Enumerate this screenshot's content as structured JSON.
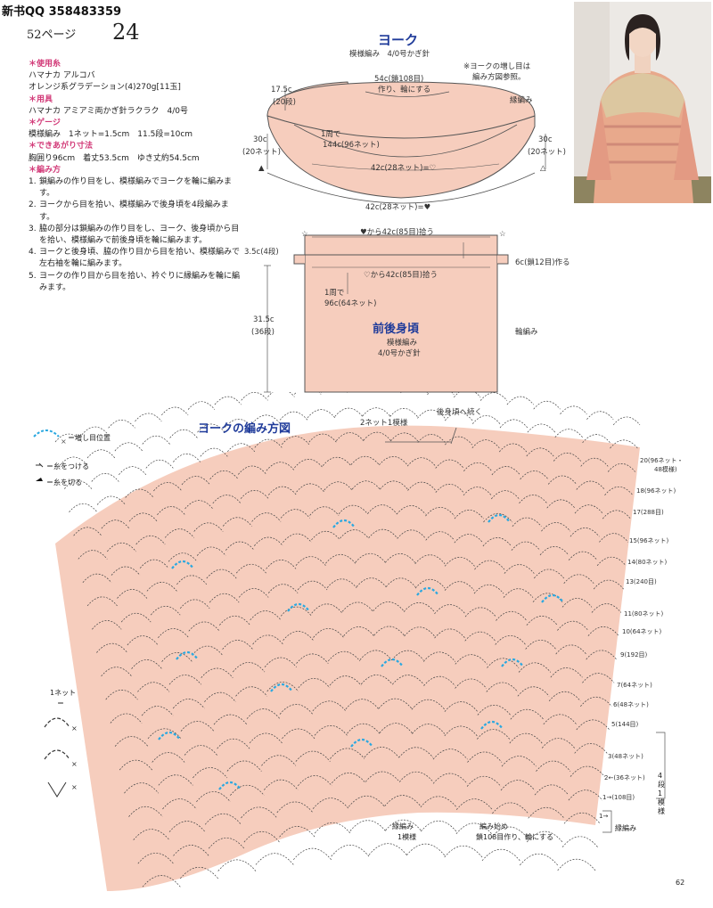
{
  "header": {
    "title": "新书QQ 358483359"
  },
  "page": {
    "label": "52ページ",
    "number": "24",
    "footer_number": "62"
  },
  "materials": {
    "yarn_heading": "＊使用糸",
    "yarn_name": "ハマナカ アルコバ",
    "yarn_detail": "オレンジ系グラデーション(4)270g[11玉]",
    "tools_heading": "＊用具",
    "tools": "ハマナカ アミアミ両かぎ針ラクラク　4/0号",
    "gauge_heading": "＊ゲージ",
    "gauge": "模様編み　1ネット=1.5cm　11.5段=10cm",
    "size_heading": "＊できあがり寸法",
    "size": "胸囲り96cm　着丈53.5cm　ゆき丈約54.5cm",
    "method_heading": "＊編み方",
    "steps": [
      {
        "n": "1.",
        "text": "鎖編みの作り目をし、模様編みでヨークを輪に編みます。"
      },
      {
        "n": "2.",
        "text": "ヨークから目を拾い、模様編みで後身頃を4段編みます。"
      },
      {
        "n": "3.",
        "text": "脇の部分は鎖編みの作り目をし、ヨーク、後身頃から目を拾い、模様編みで前後身頃を輪に編みます。"
      },
      {
        "n": "4.",
        "text": "ヨークと後身頃、脇の作り目から目を拾い、模様編みで左右袖を輪に編みます。"
      },
      {
        "n": "5.",
        "text": "ヨークの作り目から目を拾い、衿ぐりに縁編みを輪に編みます。"
      }
    ]
  },
  "yoke": {
    "title": "ヨーク",
    "subtitle": "模様編み　4/0号かぎ針",
    "note_line1": "※ヨークの増し目は",
    "note_line2": "編み方図参照。",
    "neck_line1": "54c(鎖108目)",
    "neck_line2": "作り、輪にする",
    "edge": "縁編み",
    "height_val": "17.5c",
    "height_rows": "(20段)",
    "side_left_val": "30c",
    "side_left_net": "(20ネット)",
    "side_right_val": "30c",
    "side_right_net": "(20ネット)",
    "round_line1": "1周で",
    "round_line2": "144c(96ネット)",
    "inner_width": "42c(28ネット)=♡",
    "outer_width": "42c(28ネット)=♥",
    "mark_left": "▲",
    "mark_right": "△"
  },
  "body": {
    "title": "前後身頃",
    "subtitle1": "模様編み",
    "subtitle2": "4/0号かぎ針",
    "top_pick": "♥から42c(85目)拾う",
    "mid_pick": "♡から42c(85目)拾う",
    "top_height_val": "3.5c(4段)",
    "side_chain": "6c(鎖12目)作る",
    "round_line1": "1周で",
    "round_line2": "96c(64ネット)",
    "height_val": "31.5c",
    "height_rows": "(36段)",
    "edge": "輪編み",
    "star": "☆"
  },
  "chart": {
    "title": "ヨークの編み方図",
    "repeat_label": "2ネット1模様",
    "continue_label": "後身頃へ続く",
    "legend_increase": "＝増し目位置",
    "legend_attach": "＝糸をつける",
    "legend_cut": "＝糸を切る",
    "net_label": "1ネット",
    "net_eq": "＝",
    "edge_label1": "縁編み",
    "edge_label2": "1模様",
    "start_label1": "編み始め",
    "start_label2": "鎖108目作り、輪にする",
    "bracket_label": "4段1模様",
    "edge_right": "縁編み",
    "rows": [
      {
        "label": "20(96ネット・"
      },
      {
        "label": "48模様)"
      },
      {
        "label": "18(96ネット)"
      },
      {
        "label": "17(288目)"
      },
      {
        "label": "15(96ネット)"
      },
      {
        "label": "14(80ネット)"
      },
      {
        "label": "13(240目)"
      },
      {
        "label": "11(80ネット)"
      },
      {
        "label": "10(64ネット)"
      },
      {
        "label": "9(192目)"
      },
      {
        "label": "7(64ネット)"
      },
      {
        "label": "6(48ネット)"
      },
      {
        "label": "5(144目)"
      },
      {
        "label": "3(48ネット)"
      },
      {
        "label": "2←(36ネット)"
      },
      {
        "label": "1→(108目)"
      },
      {
        "label": "1→"
      }
    ]
  },
  "colors": {
    "accent_pink": "#d23a78",
    "title_blue": "#1f3b9a",
    "fabric": "#f6cdbd",
    "increase_blue": "#2aa8e0"
  }
}
